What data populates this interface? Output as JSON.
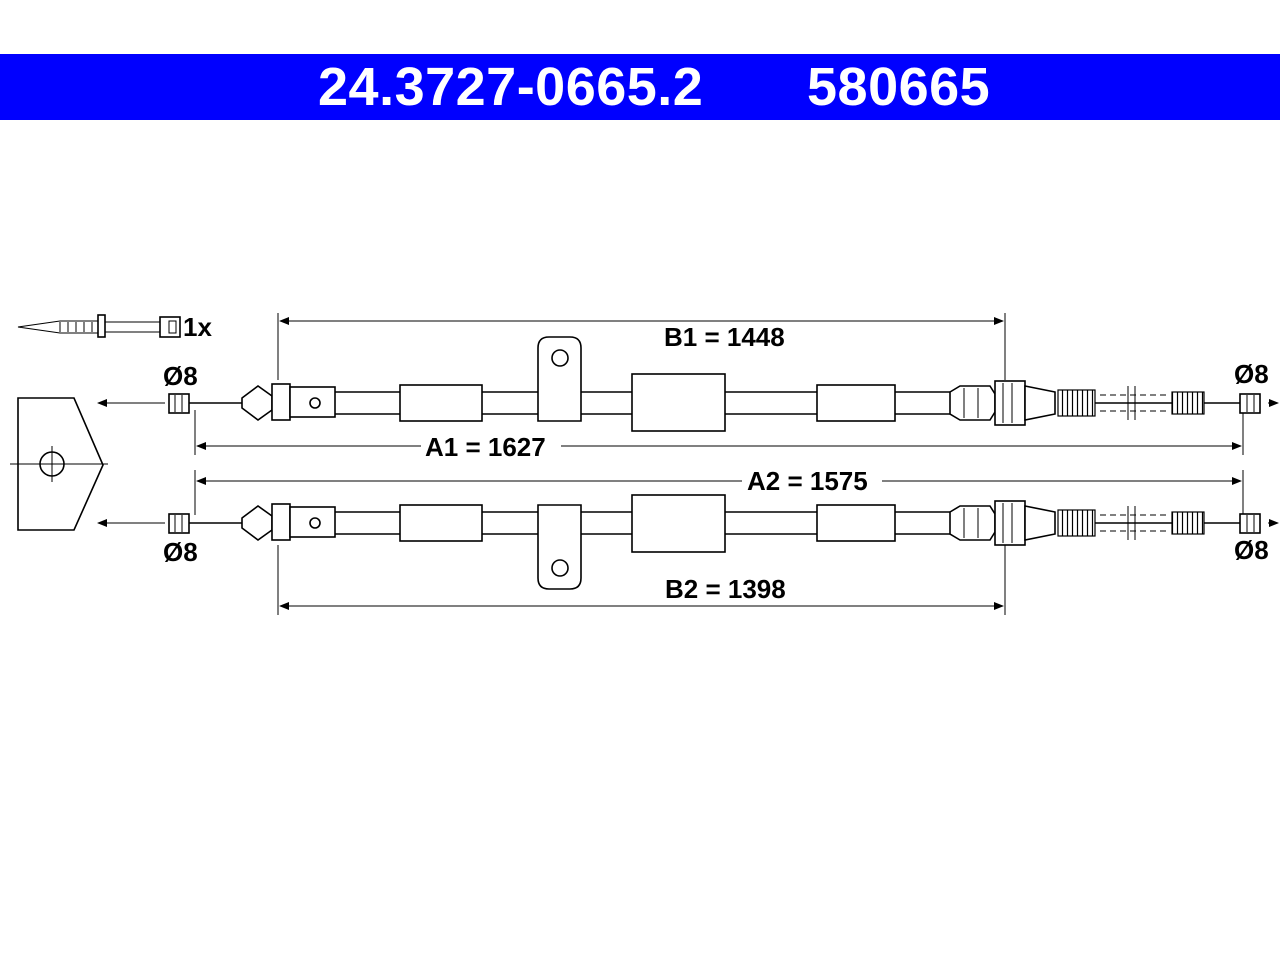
{
  "header": {
    "part_number": "24.3727-0665.2",
    "reference_number": "580665",
    "background_color": "#0000ff",
    "text_color": "#ffffff"
  },
  "accessory": {
    "quantity_label": "1x",
    "icon": "cable-tie-icon"
  },
  "bracket": {
    "icon": "mounting-bracket-icon"
  },
  "dimensions": {
    "b1": "B1 = 1448",
    "a1": "A1 = 1627",
    "a2": "A2 = 1575",
    "b2": "B2 = 1398",
    "top_left_diameter": "Ø8",
    "top_right_diameter": "Ø8",
    "bottom_left_diameter": "Ø8",
    "bottom_right_diameter": "Ø8"
  }
}
